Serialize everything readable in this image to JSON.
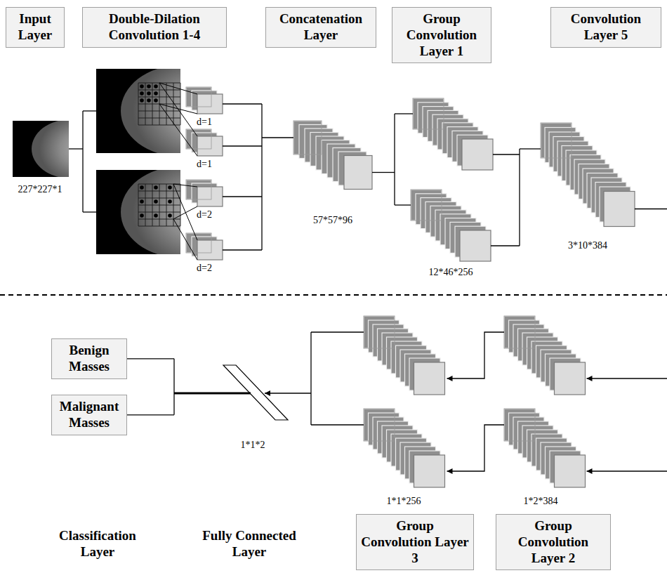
{
  "diagram": {
    "nodes": [
      {
        "text": [
          "Input Layer"
        ]
      },
      {
        "text": [
          "Double-Dilation Convolution 1-4"
        ]
      },
      {
        "text": [
          "Concatenation Layer"
        ]
      },
      {
        "text": [
          "Group Convolution Layer 1"
        ]
      },
      {
        "text": [
          "Convolution Layer 5"
        ]
      },
      {
        "text": [
          "Benign Masses"
        ]
      },
      {
        "text": [
          "Malignant Masses"
        ]
      },
      {
        "text": [
          "Group Convolution Layer 3"
        ]
      },
      {
        "text": [
          "Group Convolution Layer 2"
        ]
      }
    ],
    "labels": [
      "227*227*1",
      "d=1",
      "d=1",
      "d=2",
      "d=2",
      "57*57*96",
      "12*46*256",
      "3*10*384",
      "1*1*2",
      "1*1*256",
      "1*2*384",
      "Classification Layer",
      "Fully Connected Layer"
    ]
  }
}
